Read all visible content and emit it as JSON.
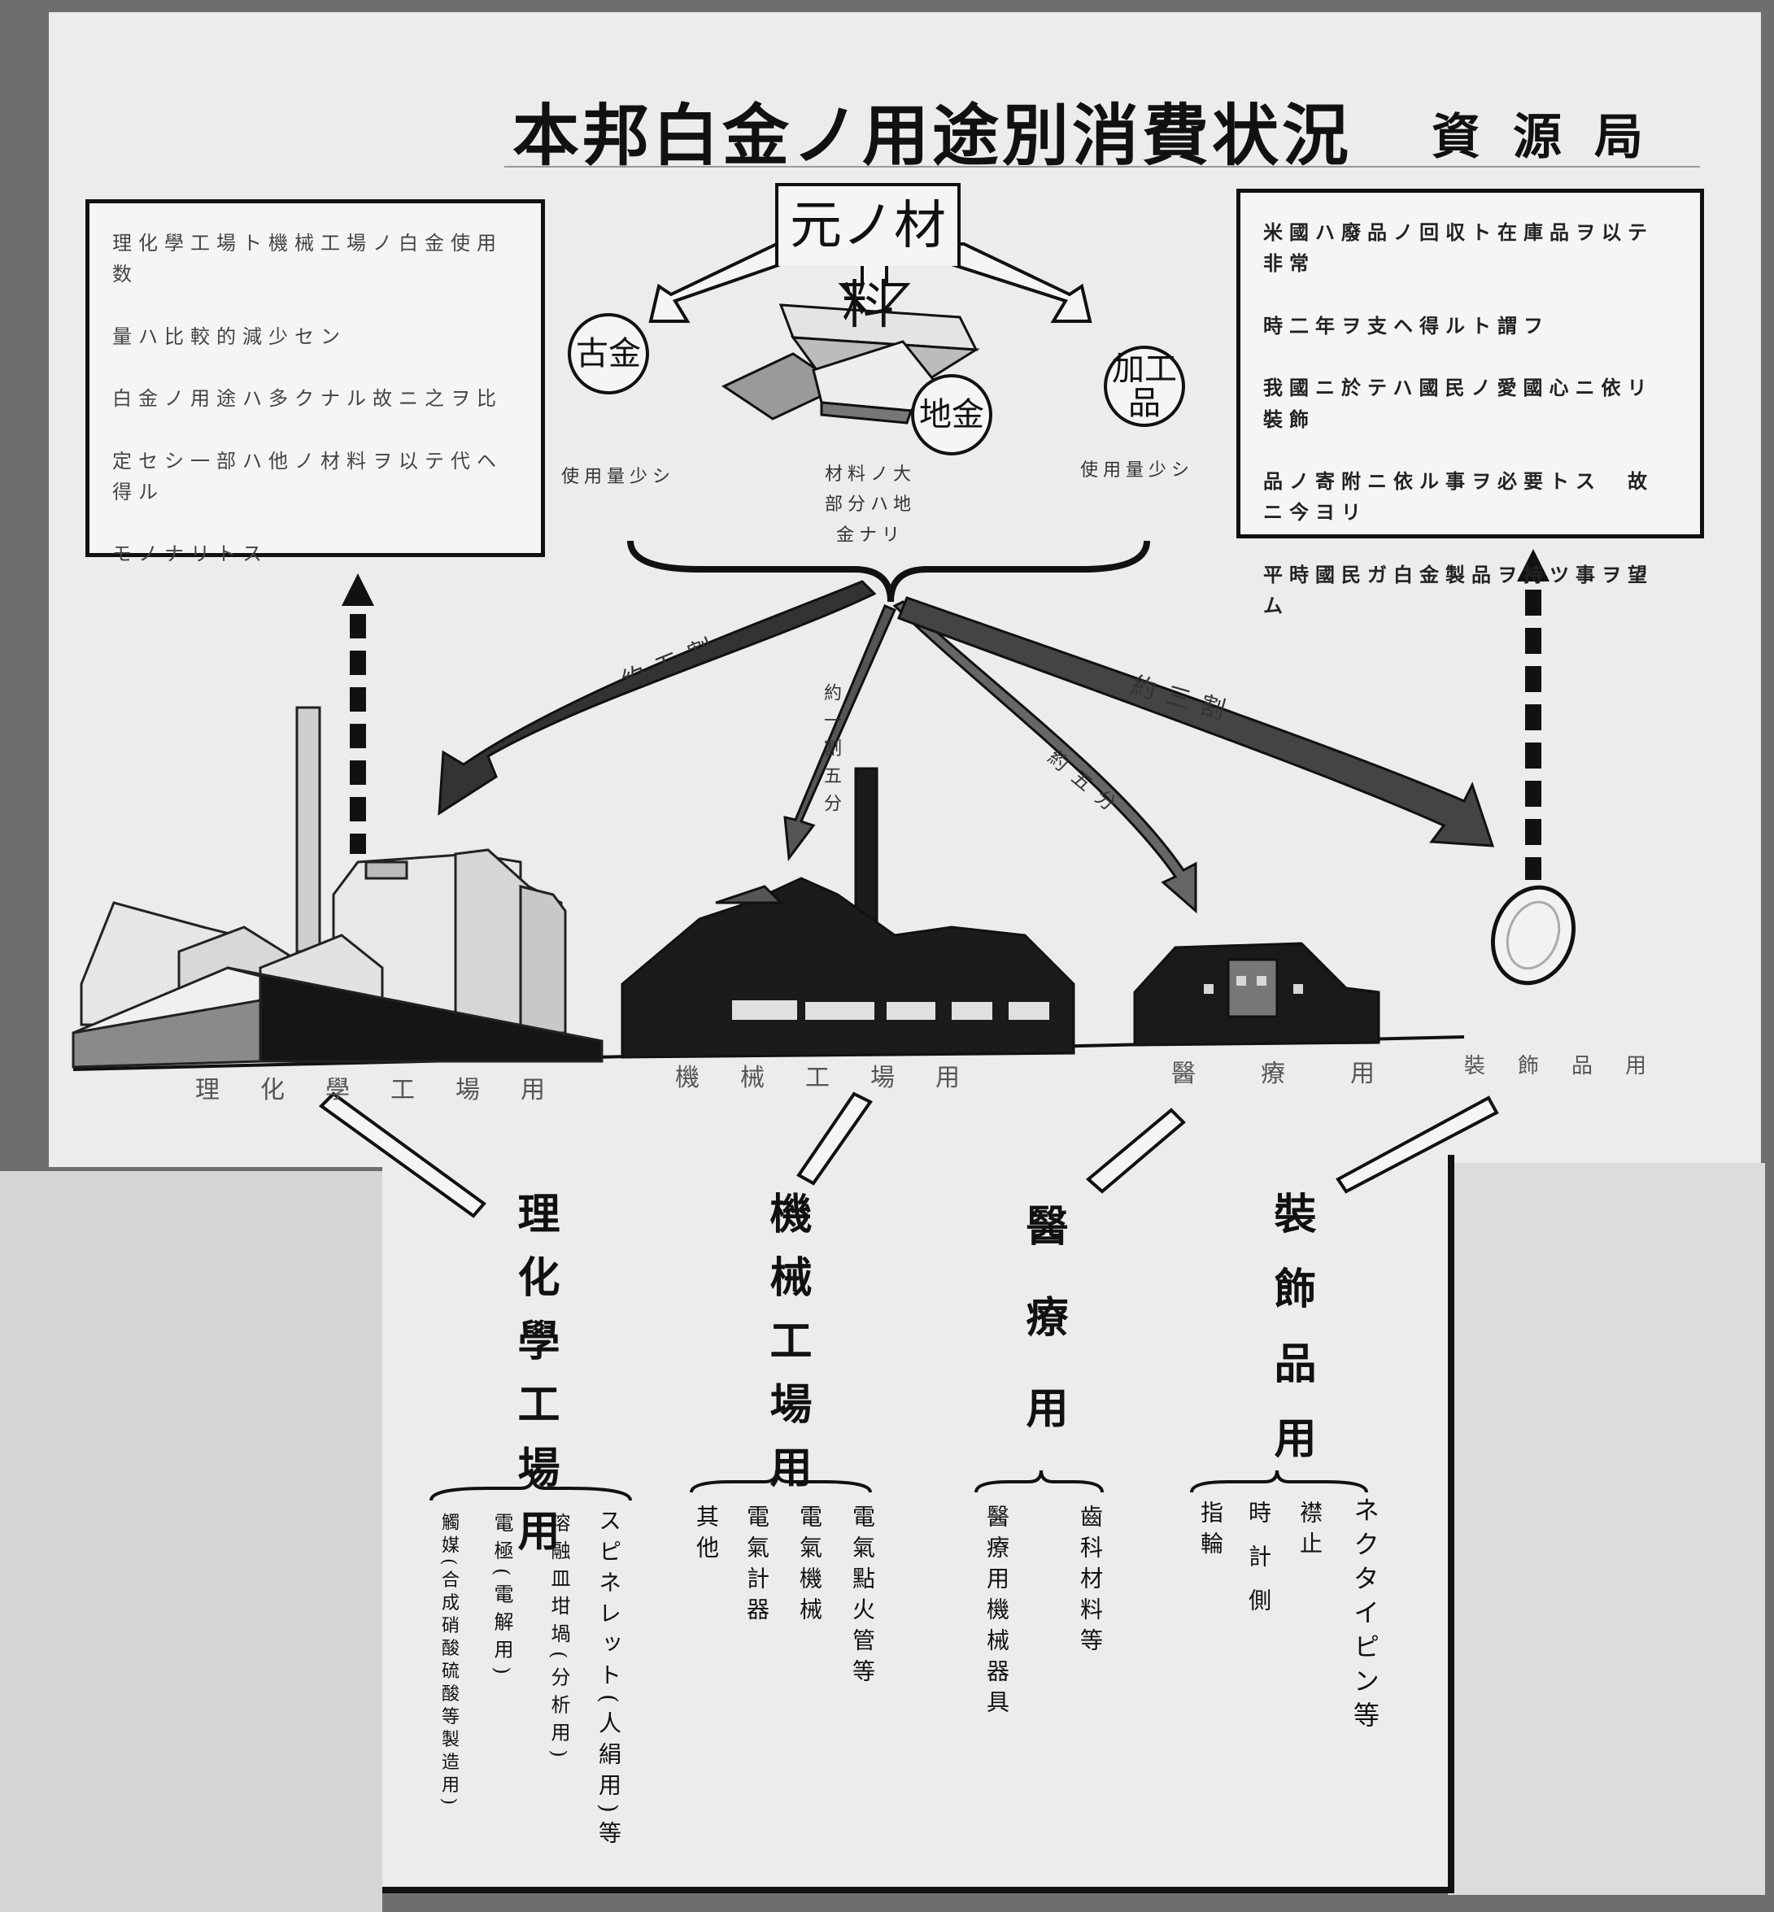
{
  "title": "本邦白金ノ用途別消費状況",
  "bureau": "資源局",
  "source_material": {
    "label": "元ノ材料",
    "sources": [
      {
        "name": "古金",
        "note": "使用量少シ"
      },
      {
        "name": "地金",
        "note": "材料ノ大部分ハ地金ナリ"
      },
      {
        "name": "加工品",
        "note": "使用量少シ"
      }
    ]
  },
  "left_box": [
    "理化學工場ト機械工場ノ白金使用数",
    "量ハ比較的減少セン",
    "白金ノ用途ハ多クナル故ニ之ヲ比",
    "定セシ一部ハ他ノ材料ヲ以テ代ヘ得ル",
    "モノナリトス"
  ],
  "right_box": [
    "米國ハ廢品ノ回収ト在庫品ヲ以テ非常",
    "時二年ヲ支ヘ得ルト謂フ",
    "我國ニ於テハ國民ノ愛國心ニ依リ裝飾",
    "品ノ寄附ニ依ル事ヲ必要トス　故ニ今ヨリ",
    "平時國民ガ白金製品ヲ持ツ事ヲ望ム"
  ],
  "flows": {
    "chemical": "約五割",
    "machine": "約一割五分",
    "medical": "約五分",
    "decorative": "約三割"
  },
  "users_row": {
    "chemical": "理化學工場用",
    "machine": "機械工場用",
    "medical": "醫療用",
    "decorative": "裝飾品用"
  },
  "categories": [
    {
      "heading": "理化學工場用",
      "items": [
        "スピネレット(人絹用)等",
        "溶融皿坩堝(分析用)",
        "電極(電解用)",
        "觸媒(合成硝酸硫酸等製造用)"
      ]
    },
    {
      "heading": "機械工場用",
      "items": [
        "電氣點火管等",
        "電氣機械",
        "電氣計器",
        "其他"
      ]
    },
    {
      "heading": "醫療用",
      "items": [
        "齒科材料等",
        "醫療用機械器具"
      ]
    },
    {
      "heading": "裝飾品用",
      "items": [
        "ネクタイピン等",
        "襟止",
        "時計側",
        "指輪"
      ]
    }
  ]
}
